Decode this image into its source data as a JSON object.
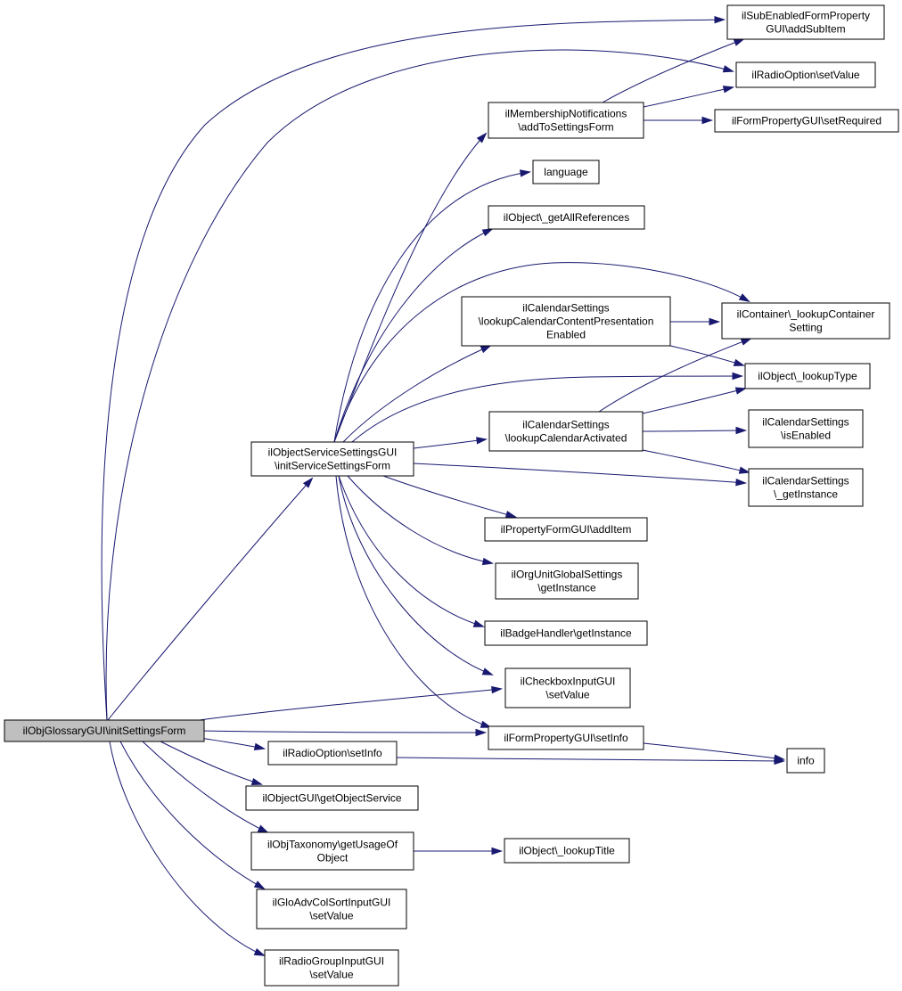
{
  "diagram": {
    "type": "call-graph",
    "nodes": [
      {
        "id": "root",
        "lines": [
          "ilObjGlossaryGUI\\initSettingsForm"
        ]
      },
      {
        "id": "svc",
        "lines": [
          "ilObjectServiceSettingsGUI",
          "\\initServiceSettingsForm"
        ]
      },
      {
        "id": "subEnabled",
        "lines": [
          "ilSubEnabledFormProperty",
          "GUI\\addSubItem"
        ]
      },
      {
        "id": "radioSetValue",
        "lines": [
          "ilRadioOption\\setValue"
        ]
      },
      {
        "id": "membership",
        "lines": [
          "ilMembershipNotifications",
          "\\addToSettingsForm"
        ]
      },
      {
        "id": "setRequired",
        "lines": [
          "ilFormPropertyGUI\\setRequired"
        ]
      },
      {
        "id": "language",
        "lines": [
          "language"
        ]
      },
      {
        "id": "getAllRefs",
        "lines": [
          "ilObject\\_getAllReferences"
        ]
      },
      {
        "id": "calContent",
        "lines": [
          "ilCalendarSettings",
          "\\lookupCalendarContentPresentation",
          "Enabled"
        ]
      },
      {
        "id": "containerSetting",
        "lines": [
          "ilContainer\\_lookupContainer",
          "Setting"
        ]
      },
      {
        "id": "lookupType",
        "lines": [
          "ilObject\\_lookupType"
        ]
      },
      {
        "id": "calActivated",
        "lines": [
          "ilCalendarSettings",
          "\\lookupCalendarActivated"
        ]
      },
      {
        "id": "calIsEnabled",
        "lines": [
          "ilCalendarSettings",
          "\\isEnabled"
        ]
      },
      {
        "id": "calGetInstance",
        "lines": [
          "ilCalendarSettings",
          "\\_getInstance"
        ]
      },
      {
        "id": "addItem",
        "lines": [
          "ilPropertyFormGUI\\addItem"
        ]
      },
      {
        "id": "orgUnit",
        "lines": [
          "ilOrgUnitGlobalSettings",
          "\\getInstance"
        ]
      },
      {
        "id": "badge",
        "lines": [
          "ilBadgeHandler\\getInstance"
        ]
      },
      {
        "id": "checkbox",
        "lines": [
          "ilCheckboxInputGUI",
          "\\setValue"
        ]
      },
      {
        "id": "setInfo",
        "lines": [
          "ilFormPropertyGUI\\setInfo"
        ]
      },
      {
        "id": "info",
        "lines": [
          "info"
        ]
      },
      {
        "id": "radioSetInfo",
        "lines": [
          "ilRadioOption\\setInfo"
        ]
      },
      {
        "id": "getObjService",
        "lines": [
          "ilObjectGUI\\getObjectService"
        ]
      },
      {
        "id": "taxonomy",
        "lines": [
          "ilObjTaxonomy\\getUsageOf",
          "Object"
        ]
      },
      {
        "id": "lookupTitle",
        "lines": [
          "ilObject\\_lookupTitle"
        ]
      },
      {
        "id": "gloAdv",
        "lines": [
          "ilGloAdvColSortInputGUI",
          "\\setValue"
        ]
      },
      {
        "id": "radioGroup",
        "lines": [
          "ilRadioGroupInputGUI",
          "\\setValue"
        ]
      }
    ],
    "edges": [
      {
        "from": "root",
        "to": "svc"
      },
      {
        "from": "root",
        "to": "subEnabled"
      },
      {
        "from": "root",
        "to": "radioSetValue"
      },
      {
        "from": "root",
        "to": "checkbox"
      },
      {
        "from": "root",
        "to": "setInfo"
      },
      {
        "from": "root",
        "to": "radioSetInfo"
      },
      {
        "from": "root",
        "to": "getObjService"
      },
      {
        "from": "root",
        "to": "taxonomy"
      },
      {
        "from": "root",
        "to": "gloAdv"
      },
      {
        "from": "root",
        "to": "radioGroup"
      },
      {
        "from": "svc",
        "to": "membership"
      },
      {
        "from": "svc",
        "to": "language"
      },
      {
        "from": "svc",
        "to": "getAllRefs"
      },
      {
        "from": "svc",
        "to": "containerSetting"
      },
      {
        "from": "svc",
        "to": "calContent"
      },
      {
        "from": "svc",
        "to": "lookupType"
      },
      {
        "from": "svc",
        "to": "calActivated"
      },
      {
        "from": "svc",
        "to": "calGetInstance"
      },
      {
        "from": "svc",
        "to": "addItem"
      },
      {
        "from": "svc",
        "to": "orgUnit"
      },
      {
        "from": "svc",
        "to": "badge"
      },
      {
        "from": "svc",
        "to": "checkbox"
      },
      {
        "from": "svc",
        "to": "setInfo"
      },
      {
        "from": "membership",
        "to": "subEnabled"
      },
      {
        "from": "membership",
        "to": "radioSetValue"
      },
      {
        "from": "membership",
        "to": "setRequired"
      },
      {
        "from": "calContent",
        "to": "containerSetting"
      },
      {
        "from": "calContent",
        "to": "lookupType"
      },
      {
        "from": "calActivated",
        "to": "containerSetting"
      },
      {
        "from": "calActivated",
        "to": "lookupType"
      },
      {
        "from": "calActivated",
        "to": "calIsEnabled"
      },
      {
        "from": "calActivated",
        "to": "calGetInstance"
      },
      {
        "from": "setInfo",
        "to": "info"
      },
      {
        "from": "radioSetInfo",
        "to": "info"
      },
      {
        "from": "taxonomy",
        "to": "lookupTitle"
      }
    ]
  }
}
